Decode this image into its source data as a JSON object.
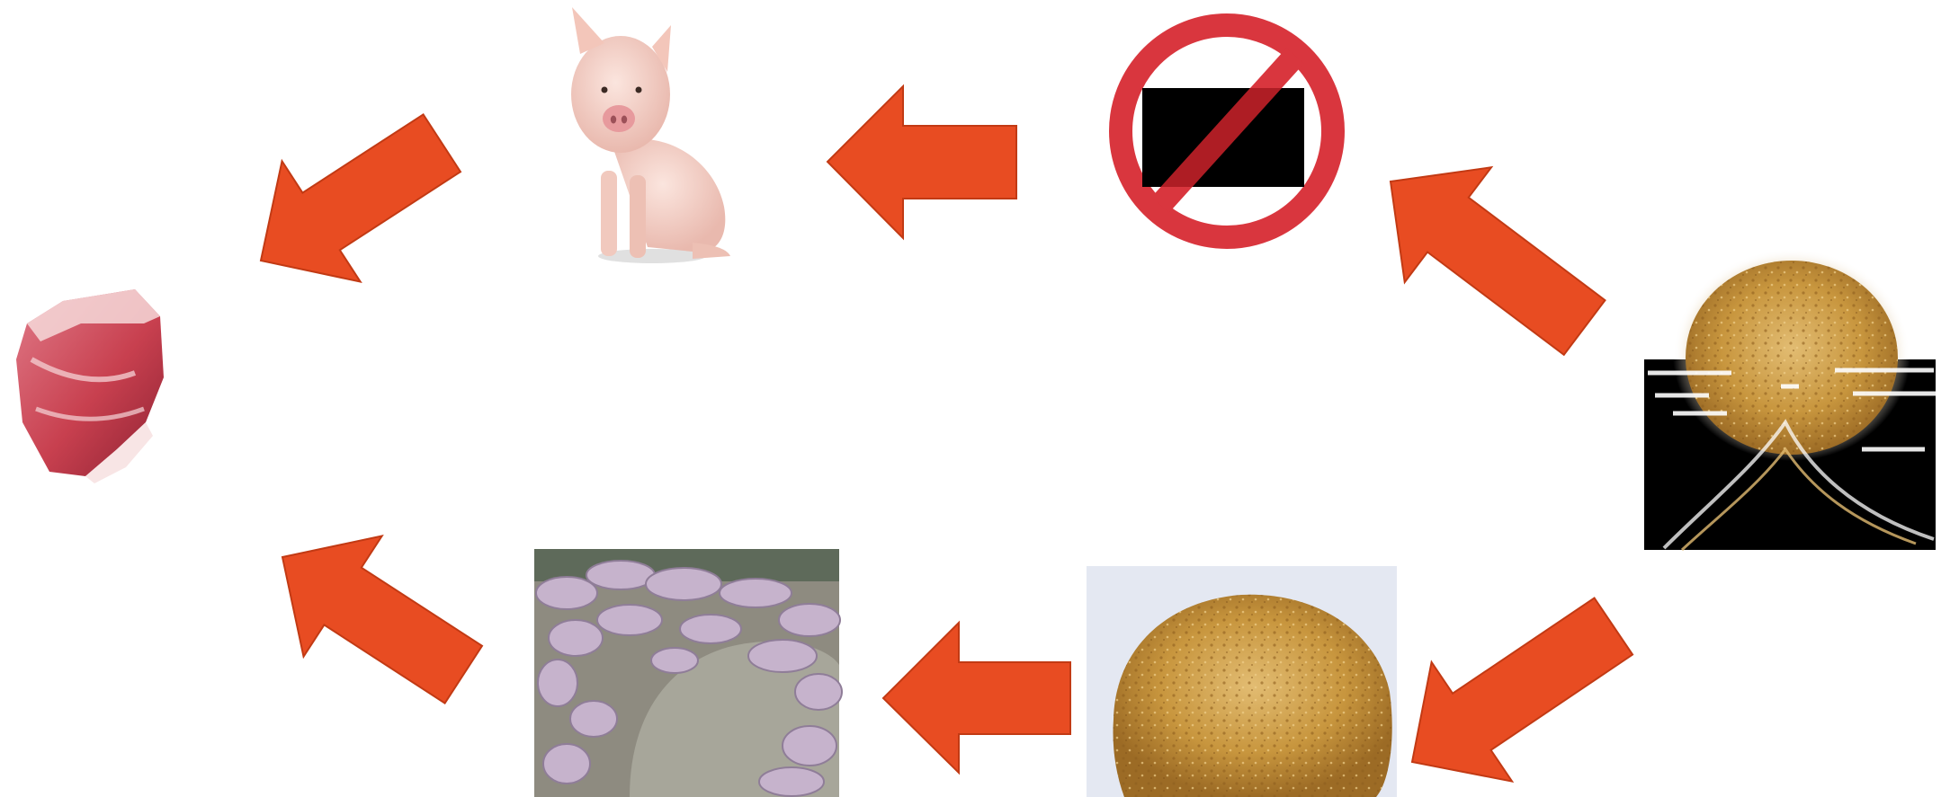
{
  "diagram": {
    "kind": "cycle-flow",
    "nodes": [
      {
        "id": "meat",
        "icon": "raw-meat-icon"
      },
      {
        "id": "pig",
        "icon": "pig-icon"
      },
      {
        "id": "prohibited",
        "icon": "prohibition-sign-icon"
      },
      {
        "id": "feed-top",
        "icon": "feed-powder-icon"
      },
      {
        "id": "feed-bottom",
        "icon": "feed-powder-icon"
      },
      {
        "id": "dead-pigs",
        "icon": "dead-pigs-photo-icon"
      }
    ],
    "edges": [
      {
        "from": "feed-top",
        "to": "prohibited"
      },
      {
        "from": "prohibited",
        "to": "pig"
      },
      {
        "from": "pig",
        "to": "meat"
      },
      {
        "from": "feed-top",
        "to": "feed-bottom"
      },
      {
        "from": "feed-bottom",
        "to": "dead-pigs"
      },
      {
        "from": "dead-pigs",
        "to": "meat"
      }
    ],
    "colors": {
      "arrow": "#E84C22",
      "arrow_stroke": "#C23A14",
      "prohibition": "#D9363E",
      "block": "#000000",
      "feed": "#C8963E",
      "feed_light": "#E2BC72",
      "meat": "#C8404F",
      "pig": "#F5D2C8",
      "dead_pig": "#C6B3CC",
      "floor": "#9C9B90"
    }
  }
}
